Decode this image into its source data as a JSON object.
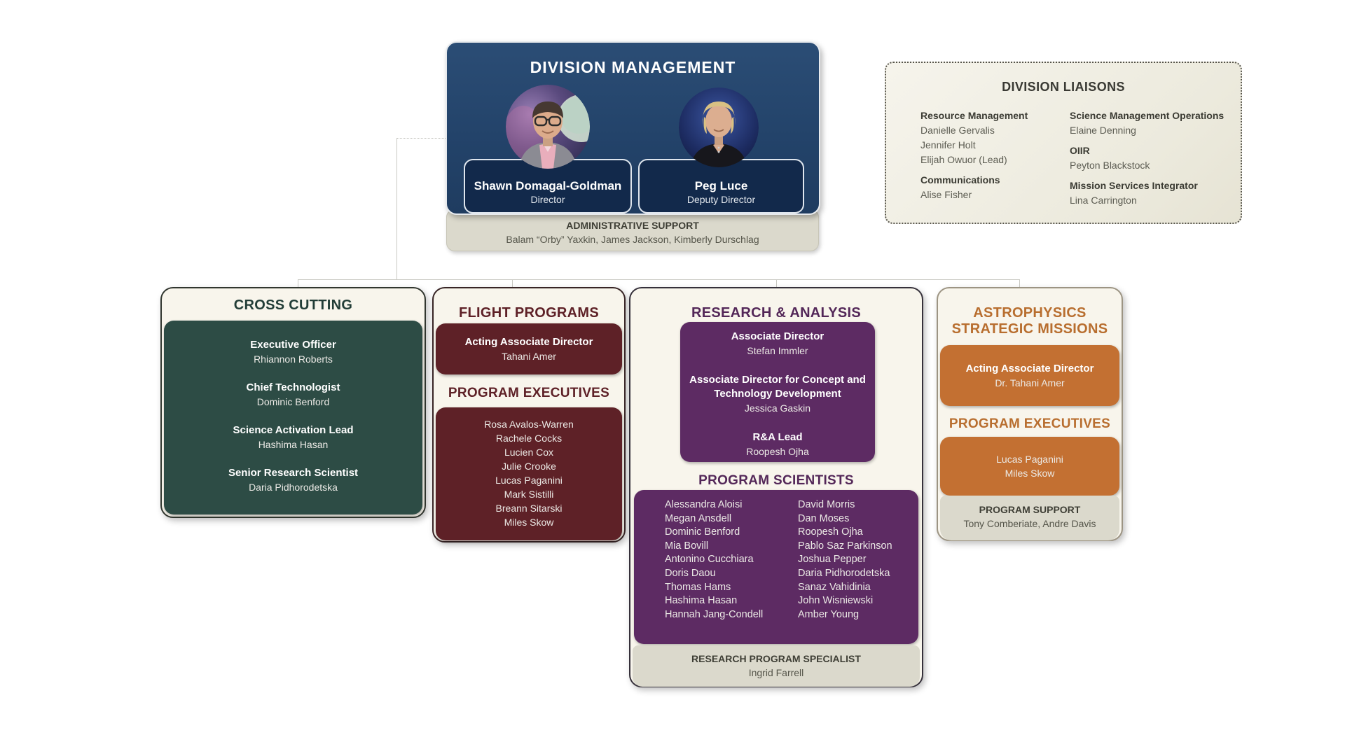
{
  "management": {
    "title": "DIVISION MANAGEMENT",
    "director": {
      "name": "Shawn Domagal-Goldman",
      "role": "Director"
    },
    "deputy": {
      "name": "Peg Luce",
      "role": "Deputy Director"
    },
    "admin_support": {
      "title": "ADMINISTRATIVE SUPPORT",
      "names": "Balam “Orby” Yaxkin, James Jackson, Kimberly Durschlag"
    }
  },
  "liaisons": {
    "title": "DIVISION LIAISONS",
    "left_column": {
      "group1_role": "Resource Management",
      "group1_names": [
        "Danielle Gervalis",
        "Jennifer Holt",
        "Elijah Owuor (Lead)"
      ],
      "group2_role": "Communications",
      "group2_names": [
        "Alise Fisher"
      ]
    },
    "right_column": {
      "group1_role": "Science Management Operations",
      "group1_names": [
        "Elaine Denning"
      ],
      "group2_role": "OIIR",
      "group2_names": [
        "Peyton Blackstock"
      ],
      "group3_role": "Mission Services Integrator",
      "group3_names": [
        "Lina Carrington"
      ]
    }
  },
  "cross_cutting": {
    "title": "CROSS CUTTING",
    "roles": [
      {
        "role": "Executive Officer",
        "name": "Rhiannon Roberts"
      },
      {
        "role": "Chief Technologist",
        "name": "Dominic Benford"
      },
      {
        "role": "Science Activation Lead",
        "name": "Hashima Hasan"
      },
      {
        "role": "Senior Research Scientist",
        "name": "Daria Pidhorodetska"
      }
    ]
  },
  "flight_programs": {
    "title": "FLIGHT PROGRAMS",
    "director_role": "Acting Associate Director",
    "director_name": "Tahani Amer",
    "executives_title": "PROGRAM EXECUTIVES",
    "executives": [
      "Rosa Avalos-Warren",
      "Rachele Cocks",
      "Lucien Cox",
      "Julie Crooke",
      "Lucas Paganini",
      "Mark Sistilli",
      "Breann Sitarski",
      "Miles Skow"
    ]
  },
  "research_analysis": {
    "title": "RESEARCH & ANALYSIS",
    "directors": [
      {
        "role": "Associate Director",
        "name": "Stefan Immler"
      },
      {
        "role": "Associate Director for Concept and Technology Development",
        "name": "Jessica Gaskin"
      },
      {
        "role": "R&A Lead",
        "name": "Roopesh Ojha"
      }
    ],
    "scientists_title": "PROGRAM SCIENTISTS",
    "scientists_col1": [
      "Alessandra Aloisi",
      "Megan Ansdell",
      "Dominic Benford",
      "Mia Bovill",
      "Antonino Cucchiara",
      "Doris Daou",
      "Thomas Hams",
      "Hashima Hasan",
      "Hannah Jang-Condell"
    ],
    "scientists_col2": [
      "David Morris",
      "Dan Moses",
      "Roopesh Ojha",
      "Pablo Saz Parkinson",
      "Joshua Pepper",
      "Daria Pidhorodetska",
      "Sanaz Vahidinia",
      "John Wisniewski",
      "Amber Young"
    ],
    "specialist": {
      "title": "RESEARCH PROGRAM SPECIALIST",
      "name": "Ingrid Farrell"
    }
  },
  "strategic_missions": {
    "title_line1": "ASTROPHYSICS",
    "title_line2": "STRATEGIC MISSIONS",
    "director_role": "Acting Associate Director",
    "director_name": "Dr. Tahani Amer",
    "executives_title": "PROGRAM EXECUTIVES",
    "executives": [
      "Lucas Paganini",
      "Miles Skow"
    ],
    "support": {
      "title": "PROGRAM SUPPORT",
      "names": "Tony Comberiate, Andre Davis"
    }
  },
  "colors": {
    "management_navy": "#23436a",
    "plate_navy": "#12294b",
    "cross_cutting_green": "#2d4c45",
    "flight_maroon": "#5e2127",
    "research_purple": "#5d2b63",
    "missions_orange": "#c37032",
    "support_beige": "#dbd9cc",
    "panel_cream": "#f8f5ec"
  }
}
